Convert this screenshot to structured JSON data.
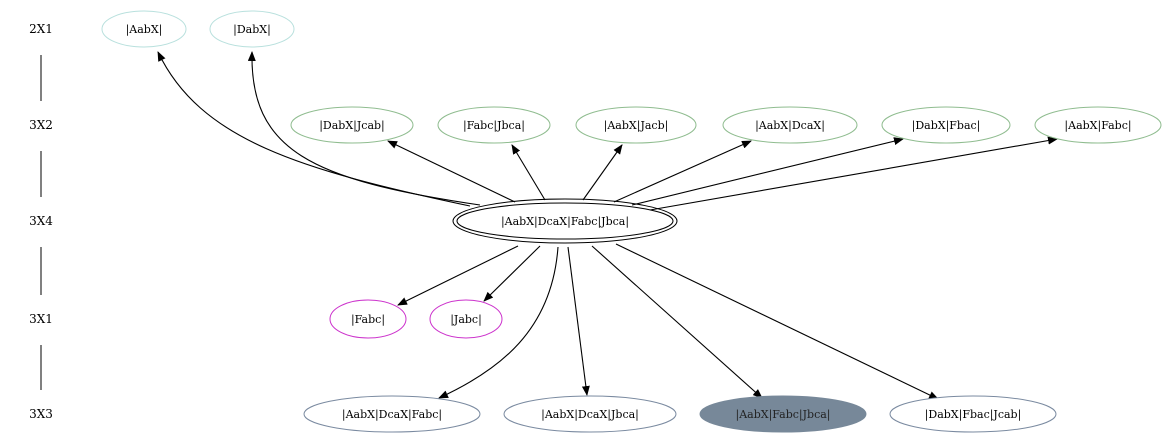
{
  "ranks": [
    {
      "id": "r1",
      "label": "2X1"
    },
    {
      "id": "r2",
      "label": "3X2"
    },
    {
      "id": "r3",
      "label": "3X4"
    },
    {
      "id": "r4",
      "label": "3X1"
    },
    {
      "id": "r5",
      "label": "3X3"
    }
  ],
  "nodes": [
    {
      "id": "n_aabx",
      "label": "|AabX|",
      "rank": "r1",
      "color": "#b8e0dd"
    },
    {
      "id": "n_dabx",
      "label": "|DabX|",
      "rank": "r1",
      "color": "#b8e0dd"
    },
    {
      "id": "n_dabx_jcab",
      "label": "|DabX|Jcab|",
      "rank": "r2",
      "color": "#8fbc8f"
    },
    {
      "id": "n_fabc_jbca",
      "label": "|Fabc|Jbca|",
      "rank": "r2",
      "color": "#8fbc8f"
    },
    {
      "id": "n_aabx_jacb",
      "label": "|AabX|Jacb|",
      "rank": "r2",
      "color": "#8fbc8f"
    },
    {
      "id": "n_aabx_dcax",
      "label": "|AabX|DcaX|",
      "rank": "r2",
      "color": "#8fbc8f"
    },
    {
      "id": "n_dabx_fbac",
      "label": "|DabX|Fbac|",
      "rank": "r2",
      "color": "#8fbc8f"
    },
    {
      "id": "n_aabx_fabc",
      "label": "|AabX|Fabc|",
      "rank": "r2",
      "color": "#8fbc8f"
    },
    {
      "id": "n_center",
      "label": "|AabX|DcaX|Fabc|Jbca|",
      "rank": "r3",
      "color": "#000000",
      "peripheries": 2
    },
    {
      "id": "n_fabc",
      "label": "|Fabc|",
      "rank": "r4",
      "color": "#cc33cc"
    },
    {
      "id": "n_jabc",
      "label": "|Jabc|",
      "rank": "r4",
      "color": "#cc33cc"
    },
    {
      "id": "n_aabx_dcax_fabc",
      "label": "|AabX|DcaX|Fabc|",
      "rank": "r5",
      "color": "#7a8aa0"
    },
    {
      "id": "n_aabx_dcax_jbca",
      "label": "|AabX|DcaX|Jbca|",
      "rank": "r5",
      "color": "#7a8aa0"
    },
    {
      "id": "n_aabx_fabc_jbca",
      "label": "|AabX|Fabc|Jbca|",
      "rank": "r5",
      "color": "#778899",
      "filled": true
    },
    {
      "id": "n_dabx_fbac_jcab",
      "label": "|DabX|Fbac|Jcab|",
      "rank": "r5",
      "color": "#7a8aa0"
    }
  ],
  "edges": [
    {
      "from": "n_center",
      "to": "n_aabx"
    },
    {
      "from": "n_center",
      "to": "n_dabx"
    },
    {
      "from": "n_center",
      "to": "n_dabx_jcab"
    },
    {
      "from": "n_center",
      "to": "n_fabc_jbca"
    },
    {
      "from": "n_center",
      "to": "n_aabx_jacb"
    },
    {
      "from": "n_center",
      "to": "n_aabx_dcax"
    },
    {
      "from": "n_center",
      "to": "n_dabx_fbac"
    },
    {
      "from": "n_center",
      "to": "n_aabx_fabc"
    },
    {
      "from": "n_center",
      "to": "n_fabc"
    },
    {
      "from": "n_center",
      "to": "n_jabc"
    },
    {
      "from": "n_center",
      "to": "n_aabx_dcax_fabc"
    },
    {
      "from": "n_center",
      "to": "n_aabx_dcax_jbca"
    },
    {
      "from": "n_center",
      "to": "n_aabx_fabc_jbca"
    },
    {
      "from": "n_center",
      "to": "n_dabx_fbac_jcab"
    }
  ]
}
